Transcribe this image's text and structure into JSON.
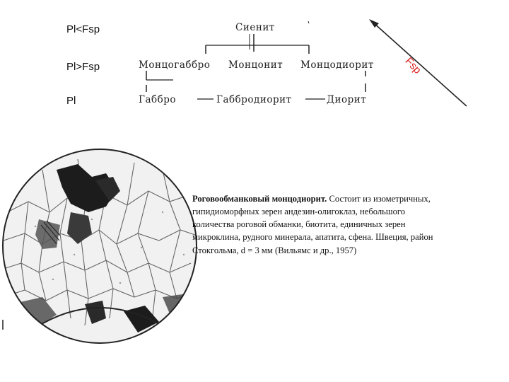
{
  "diagram": {
    "row_labels": [
      "Pl<Fsp",
      "Pl>Fsp",
      "Pl"
    ],
    "top": "Сиенит",
    "middle": [
      "Монцогаббро",
      "Монцонит",
      "Монцодиорит"
    ],
    "bottom": [
      "Габбро",
      "Габбродиорит",
      "Диорит"
    ],
    "arrow_label": "Fsp",
    "arrow_color": "#d22222"
  },
  "caption": {
    "title": "Роговообманковый монцодиорит.",
    "text": "Состоит из изометричных, гипидиоморфных зерен андезин-олигоклаз, небольшого количества роговой обманки, биотита, единичных зерен микроклина, рудного минерала, апатита, сфена. Швеция, район Стокгольма, d = 3 мм (Вильямс и др., 1957)"
  },
  "micrograph": {
    "description_icon": "thin-section-micrograph"
  }
}
